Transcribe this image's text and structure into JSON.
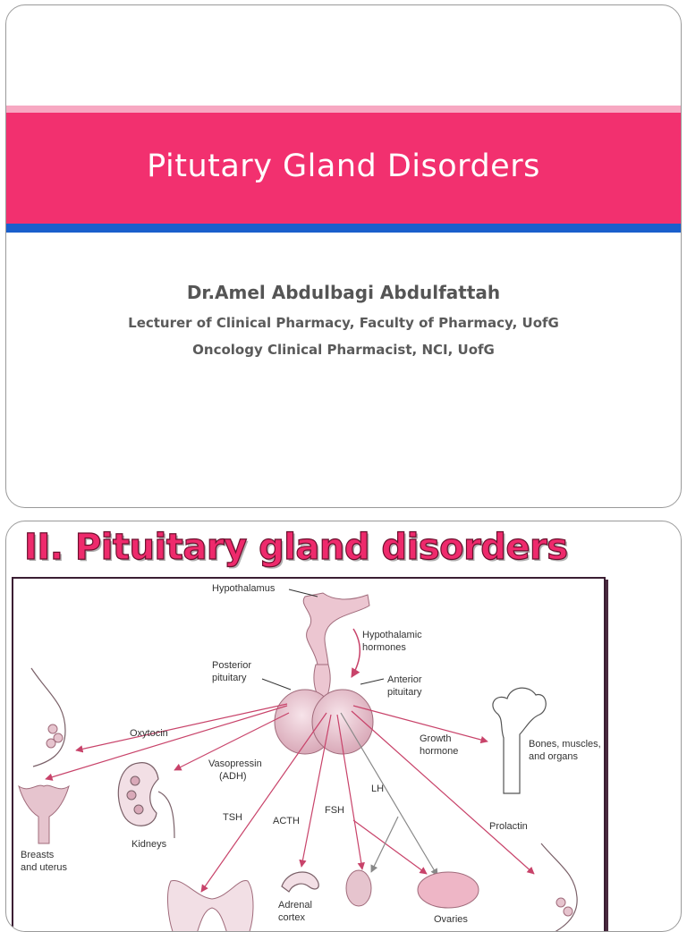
{
  "slide1": {
    "title": "Pitutary Gland Disorders",
    "author": "Dr.Amel Abdulbagi Abdulfattah",
    "subtitle_line1": "Lecturer of Clinical Pharmacy,  Faculty of Pharmacy, UofG",
    "subtitle_line2": "Oncology Clinical Pharmacist, NCI, UofG"
  },
  "slide2": {
    "title": "II. Pituitary gland disorders",
    "figure": {
      "hypothalamus": "Hypothalamus",
      "hypothalamic_hormones_1": "Hypothalamic",
      "hypothalamic_hormones_2": "hormones",
      "posterior_1": "Posterior",
      "posterior_2": "pituitary",
      "anterior_1": "Anterior",
      "anterior_2": "pituitary",
      "oxytocin": "Oxytocin",
      "vasopressin_1": "Vasopressin",
      "vasopressin_2": "(ADH)",
      "growth_1": "Growth",
      "growth_2": "hormone",
      "bones_1": "Bones, muscles,",
      "bones_2": "and organs",
      "lh": "LH",
      "fsh": "FSH",
      "tsh": "TSH",
      "acth": "ACTH",
      "prolactin": "Prolactin",
      "kidneys": "Kidneys",
      "breasts_1": "Breasts",
      "breasts_2": "and uterus",
      "adrenal_1": "Adrenal",
      "adrenal_2": "cortex",
      "ovaries": "Ovaries"
    }
  }
}
